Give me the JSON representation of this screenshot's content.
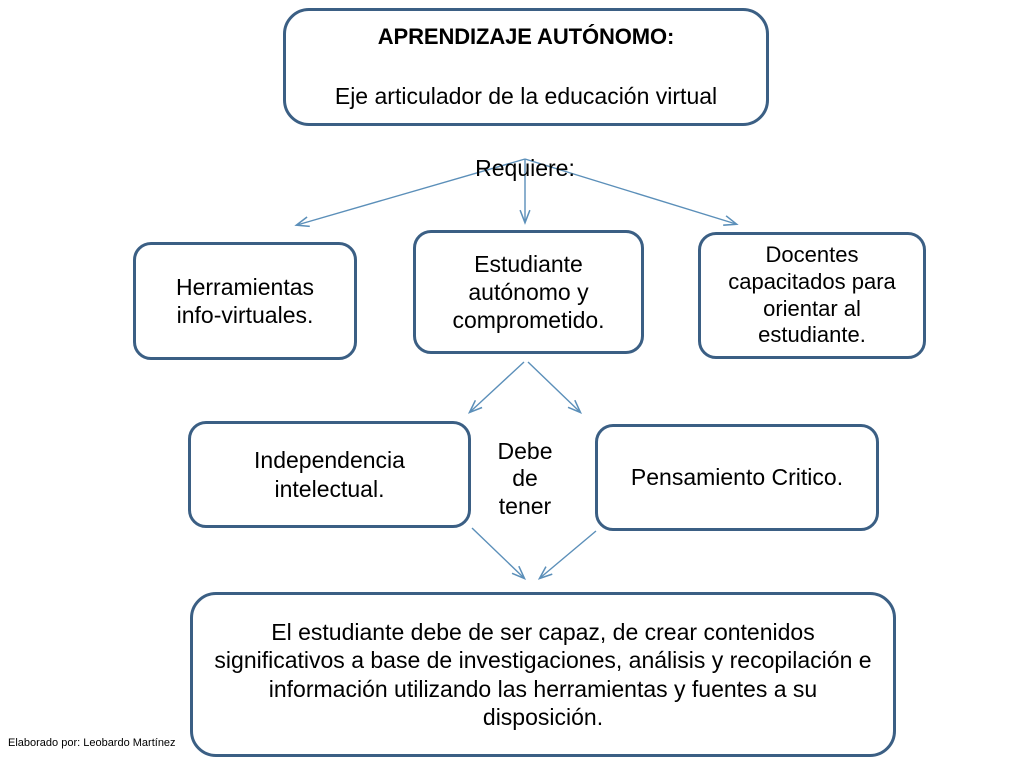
{
  "diagram": {
    "title_box": {
      "heading": "APRENDIZAJE AUTÓNOMO:",
      "subheading": "Eje articulador de la educación virtual"
    },
    "connector_labels": {
      "requiere": "Requiere:",
      "debe_de_tener": "Debe\nde\ntener"
    },
    "nodes": [
      {
        "id": "herramientas",
        "text": "Herramientas\ninfo-virtuales."
      },
      {
        "id": "estudiante",
        "text": "Estudiante\nautónomo y\ncomprometido."
      },
      {
        "id": "docentes",
        "text": "Docentes\ncapacitados para\norientar al\nestudiante."
      },
      {
        "id": "independencia",
        "text": "Independencia\nintelectual."
      },
      {
        "id": "pensamiento",
        "text": "Pensamiento Critico."
      },
      {
        "id": "conclusion",
        "text": "El estudiante debe de ser capaz, de crear contenidos\nsignificativos a base de investigaciones, análisis y recopilación e\ninformación utilizando las herramientas y fuentes a su\ndisposición."
      }
    ],
    "credit": "Elaborado por: Leobardo Martínez",
    "colors": {
      "box_border": "#3b5f84",
      "arrow": "#5b8fb9",
      "background": "#ffffff",
      "text": "#000000"
    }
  }
}
